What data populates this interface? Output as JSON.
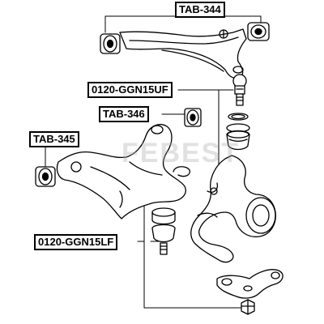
{
  "labels": {
    "upper_bushing": "TAB-344",
    "upper_ball_joint": "0120-GGN15UF",
    "mid_bushing": "TAB-346",
    "lower_bushing": "TAB-345",
    "lower_ball_joint": "0120-GGN15LF"
  },
  "watermark": "FEBEST",
  "colors": {
    "line": "#000000",
    "background": "#ffffff"
  }
}
